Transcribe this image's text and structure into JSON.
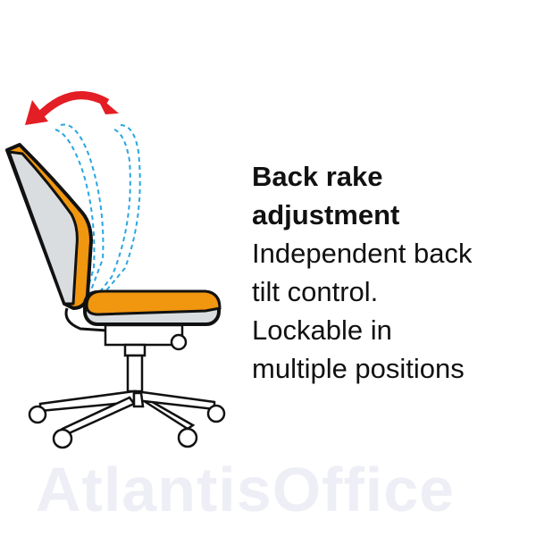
{
  "watermark": "AtlantisOffice",
  "heading": [
    "Back rake",
    "adjustment"
  ],
  "description": [
    "Independent back",
    "tilt control.",
    "Lockable in",
    "multiple positions"
  ],
  "colors": {
    "upholstery": "#f0960f",
    "arrow": "#e31e24",
    "ghost_outline": "#2aa6e0",
    "frame": "#d9dde0"
  },
  "icons": [
    "chair-illustration",
    "double-arrow-icon"
  ]
}
